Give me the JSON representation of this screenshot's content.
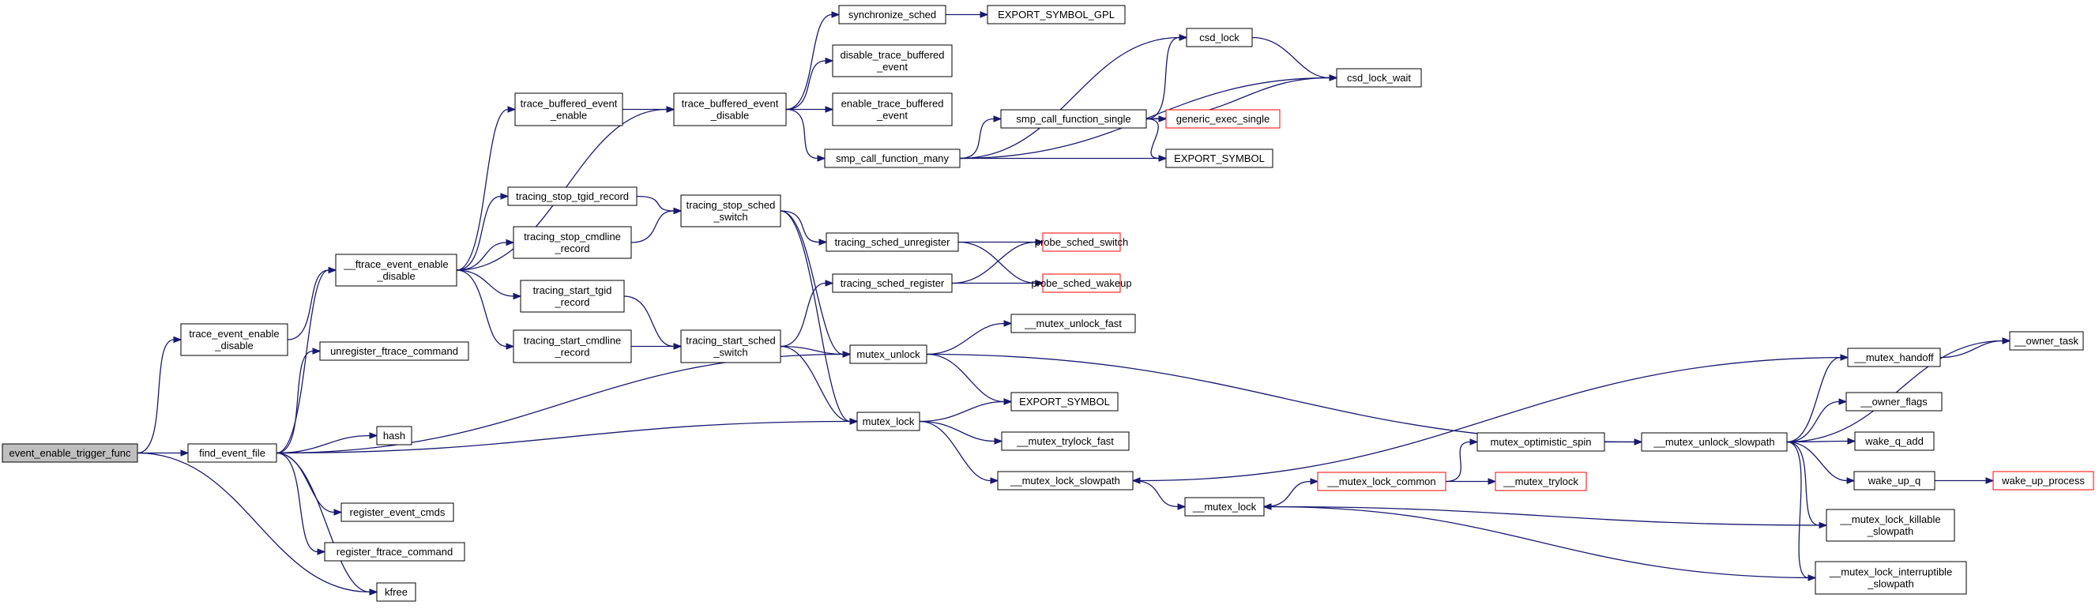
{
  "graph": {
    "nodes": [
      {
        "id": "root",
        "lines": [
          "event_enable_trigger_func"
        ],
        "style": "root"
      },
      {
        "id": "teed",
        "lines": [
          "trace_event_enable",
          "_disable"
        ]
      },
      {
        "id": "fef",
        "lines": [
          "find_event_file"
        ]
      },
      {
        "id": "ftd",
        "lines": [
          "__ftrace_event_enable",
          "_disable"
        ]
      },
      {
        "id": "ufc",
        "lines": [
          "unregister_ftrace_command"
        ]
      },
      {
        "id": "hash",
        "lines": [
          "hash"
        ]
      },
      {
        "id": "rec",
        "lines": [
          "register_event_cmds"
        ]
      },
      {
        "id": "rfc",
        "lines": [
          "register_ftrace_command"
        ]
      },
      {
        "id": "kfree",
        "lines": [
          "kfree"
        ]
      },
      {
        "id": "tbee",
        "lines": [
          "trace_buffered_event",
          "_enable"
        ]
      },
      {
        "id": "tstr",
        "lines": [
          "tracing_stop_tgid_record"
        ]
      },
      {
        "id": "tscr",
        "lines": [
          "tracing_stop_cmdline",
          "_record"
        ]
      },
      {
        "id": "tsatr",
        "lines": [
          "tracing_start_tgid",
          "_record"
        ]
      },
      {
        "id": "tsacr",
        "lines": [
          "tracing_start_cmdline",
          "_record"
        ]
      },
      {
        "id": "tbed",
        "lines": [
          "trace_buffered_event",
          "_disable"
        ]
      },
      {
        "id": "tsss",
        "lines": [
          "tracing_stop_sched",
          "_switch"
        ]
      },
      {
        "id": "tsass",
        "lines": [
          "tracing_start_sched",
          "_switch"
        ]
      },
      {
        "id": "ss",
        "lines": [
          "synchronize_sched"
        ]
      },
      {
        "id": "dtbe",
        "lines": [
          "disable_trace_buffered",
          "_event"
        ]
      },
      {
        "id": "etbe",
        "lines": [
          "enable_trace_buffered",
          "_event"
        ]
      },
      {
        "id": "scfm",
        "lines": [
          "smp_call_function_many"
        ]
      },
      {
        "id": "tsu",
        "lines": [
          "tracing_sched_unregister"
        ]
      },
      {
        "id": "tsr",
        "lines": [
          "tracing_sched_register"
        ]
      },
      {
        "id": "mu",
        "lines": [
          "mutex_unlock"
        ]
      },
      {
        "id": "ml",
        "lines": [
          "mutex_lock"
        ]
      },
      {
        "id": "esg",
        "lines": [
          "EXPORT_SYMBOL_GPL"
        ]
      },
      {
        "id": "scfs",
        "lines": [
          "smp_call_function_single"
        ]
      },
      {
        "id": "es1",
        "lines": [
          "EXPORT_SYMBOL"
        ]
      },
      {
        "id": "pss",
        "lines": [
          "probe_sched_switch"
        ],
        "style": "trunc"
      },
      {
        "id": "psw",
        "lines": [
          "probe_sched_wakeup"
        ],
        "style": "trunc"
      },
      {
        "id": "muf",
        "lines": [
          "__mutex_unlock_fast"
        ]
      },
      {
        "id": "es2",
        "lines": [
          "EXPORT_SYMBOL"
        ]
      },
      {
        "id": "mtf",
        "lines": [
          "__mutex_trylock_fast"
        ]
      },
      {
        "id": "mls",
        "lines": [
          "__mutex_lock_slowpath"
        ]
      },
      {
        "id": "csdl",
        "lines": [
          "csd_lock"
        ]
      },
      {
        "id": "csdw",
        "lines": [
          "csd_lock_wait"
        ]
      },
      {
        "id": "ges",
        "lines": [
          "generic_exec_single"
        ],
        "style": "trunc"
      },
      {
        "id": "mlk",
        "lines": [
          "__mutex_lock"
        ]
      },
      {
        "id": "mlc",
        "lines": [
          "__mutex_lock_common"
        ],
        "style": "trunc"
      },
      {
        "id": "mos",
        "lines": [
          "mutex_optimistic_spin"
        ]
      },
      {
        "id": "mtl",
        "lines": [
          "__mutex_trylock"
        ],
        "style": "trunc"
      },
      {
        "id": "mus",
        "lines": [
          "__mutex_unlock_slowpath"
        ]
      },
      {
        "id": "mh",
        "lines": [
          "__mutex_handoff"
        ]
      },
      {
        "id": "ot",
        "lines": [
          "__owner_task"
        ]
      },
      {
        "id": "of",
        "lines": [
          "__owner_flags"
        ]
      },
      {
        "id": "wqa",
        "lines": [
          "wake_q_add"
        ]
      },
      {
        "id": "wuq",
        "lines": [
          "wake_up_q"
        ]
      },
      {
        "id": "wup",
        "lines": [
          "wake_up_process"
        ],
        "style": "trunc"
      },
      {
        "id": "mlks",
        "lines": [
          "__mutex_lock_killable",
          "_slowpath"
        ]
      },
      {
        "id": "mlis",
        "lines": [
          "__mutex_lock_interruptible",
          "_slowpath"
        ]
      }
    ],
    "edges": [
      [
        "root",
        "teed"
      ],
      [
        "root",
        "fef"
      ],
      [
        "root",
        "kfree"
      ],
      [
        "teed",
        "ftd"
      ],
      [
        "fef",
        "ftd"
      ],
      [
        "fef",
        "ufc"
      ],
      [
        "fef",
        "hash"
      ],
      [
        "fef",
        "rec"
      ],
      [
        "fef",
        "rfc"
      ],
      [
        "fef",
        "kfree"
      ],
      [
        "fef",
        "mu"
      ],
      [
        "fef",
        "ml"
      ],
      [
        "ftd",
        "tbee"
      ],
      [
        "ftd",
        "tbed"
      ],
      [
        "ftd",
        "tstr"
      ],
      [
        "ftd",
        "tscr"
      ],
      [
        "ftd",
        "tsatr"
      ],
      [
        "ftd",
        "tsacr"
      ],
      [
        "tbee",
        "tbed"
      ],
      [
        "tbed",
        "ss"
      ],
      [
        "tbed",
        "dtbe"
      ],
      [
        "tbed",
        "etbe"
      ],
      [
        "tbed",
        "scfm"
      ],
      [
        "ss",
        "esg"
      ],
      [
        "scfm",
        "csdl"
      ],
      [
        "scfm",
        "scfs"
      ],
      [
        "scfm",
        "es1"
      ],
      [
        "scfm",
        "csdw"
      ],
      [
        "scfs",
        "csdl"
      ],
      [
        "scfs",
        "csdw"
      ],
      [
        "scfs",
        "ges"
      ],
      [
        "scfs",
        "es1"
      ],
      [
        "csdl",
        "csdw"
      ],
      [
        "tstr",
        "tsss"
      ],
      [
        "tscr",
        "tsss"
      ],
      [
        "tsatr",
        "tsass"
      ],
      [
        "tsacr",
        "tsass"
      ],
      [
        "tsss",
        "tsu"
      ],
      [
        "tsss",
        "mu"
      ],
      [
        "tsss",
        "ml"
      ],
      [
        "tsass",
        "tsr"
      ],
      [
        "tsass",
        "mu"
      ],
      [
        "tsass",
        "ml"
      ],
      [
        "tsu",
        "pss"
      ],
      [
        "tsu",
        "psw"
      ],
      [
        "tsr",
        "pss"
      ],
      [
        "tsr",
        "psw"
      ],
      [
        "mu",
        "muf"
      ],
      [
        "mu",
        "es2"
      ],
      [
        "mu",
        "mus"
      ],
      [
        "ml",
        "es2"
      ],
      [
        "ml",
        "mtf"
      ],
      [
        "ml",
        "mls"
      ],
      [
        "mls",
        "mlk"
      ],
      [
        "mlk",
        "mlc"
      ],
      [
        "mlc",
        "mos"
      ],
      [
        "mlc",
        "mtl"
      ],
      [
        "mos",
        "mus"
      ],
      [
        "mus",
        "mh"
      ],
      [
        "mus",
        "ot"
      ],
      [
        "mus",
        "of"
      ],
      [
        "mus",
        "wqa"
      ],
      [
        "mus",
        "wuq"
      ],
      [
        "mus",
        "mlks"
      ],
      [
        "mus",
        "mlis"
      ],
      [
        "mh",
        "mls"
      ],
      [
        "mh",
        "ot"
      ],
      [
        "wuq",
        "wup"
      ],
      [
        "mlks",
        "mlk"
      ],
      [
        "mlis",
        "mlk"
      ]
    ]
  }
}
